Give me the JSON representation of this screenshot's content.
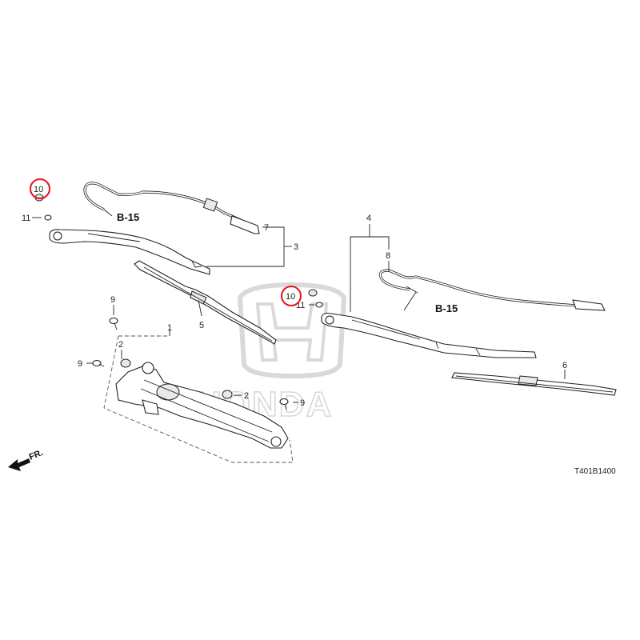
{
  "watermark": {
    "text": "HONDA"
  },
  "callouts": {
    "c1": "1",
    "c2": "2",
    "c3": "3",
    "c4": "4",
    "c5": "5",
    "c6": "6",
    "c7": "7",
    "c8": "8",
    "c9": "9",
    "c10": "10",
    "c11": "11"
  },
  "references": {
    "b15": "B-15"
  },
  "direction": {
    "label": "FR."
  },
  "diagram": {
    "code": "T401B1400"
  },
  "colors": {
    "highlight": "#e0141e",
    "line": "#222222",
    "watermark": "#d9d9d9"
  }
}
